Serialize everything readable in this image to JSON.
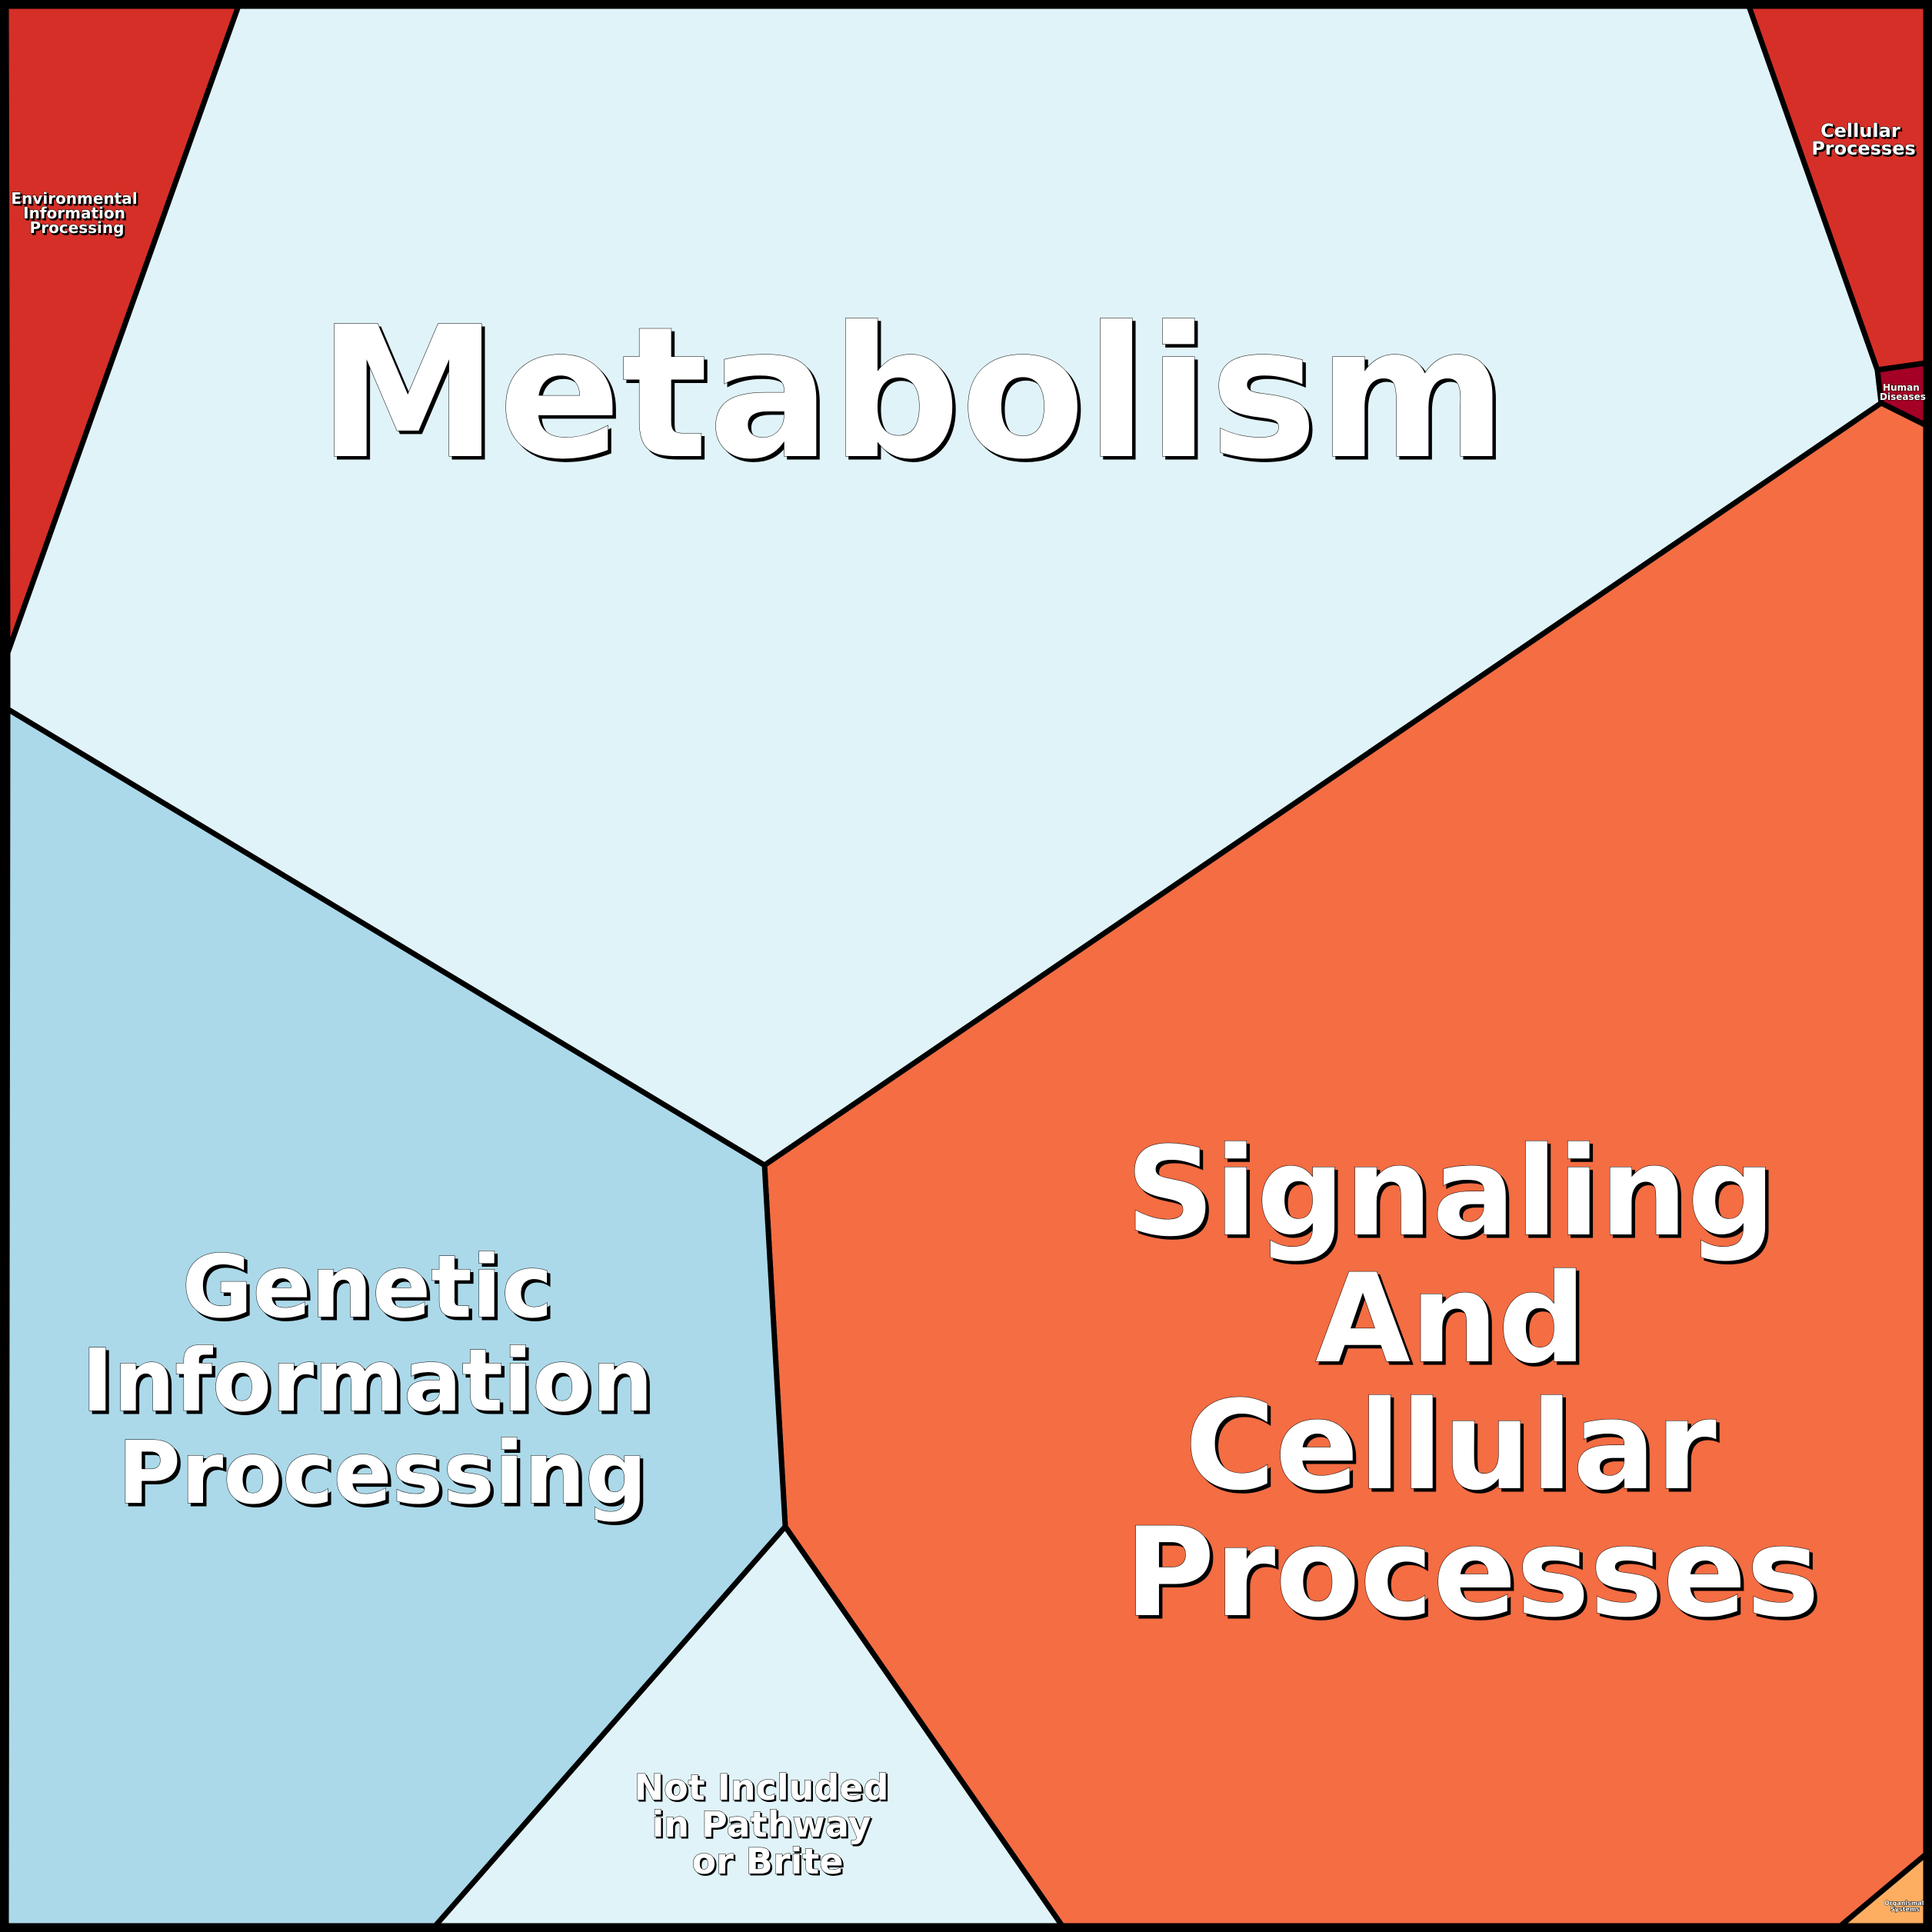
{
  "title": "KEGG category Voronoi treemap",
  "colors": {
    "environmental": "#d62f27",
    "metabolism": "#e0f3f8",
    "cellular": "#d62f27",
    "human_diseases": "#a50026",
    "signaling": "#f46d43",
    "genetic": "#abd9e9",
    "not_included": "#e0f3f8",
    "organismal": "#fdae61"
  },
  "cells": {
    "environmental": {
      "lines": [
        "Environmental",
        "Information",
        "Processing"
      ]
    },
    "metabolism": {
      "lines": [
        "Metabolism"
      ]
    },
    "cellular": {
      "lines": [
        "Cellular",
        "Processes"
      ]
    },
    "human_diseases": {
      "lines": [
        "Human",
        "Diseases"
      ]
    },
    "signaling": {
      "lines": [
        "Signaling",
        "And",
        "Cellular",
        "Processes"
      ]
    },
    "genetic": {
      "lines": [
        "Genetic",
        "Information",
        "Processing"
      ]
    },
    "not_included": {
      "lines": [
        "Not Included",
        "in Pathway",
        "or Brite"
      ]
    },
    "organismal": {
      "lines": [
        "Organismal",
        "Systems"
      ]
    }
  }
}
